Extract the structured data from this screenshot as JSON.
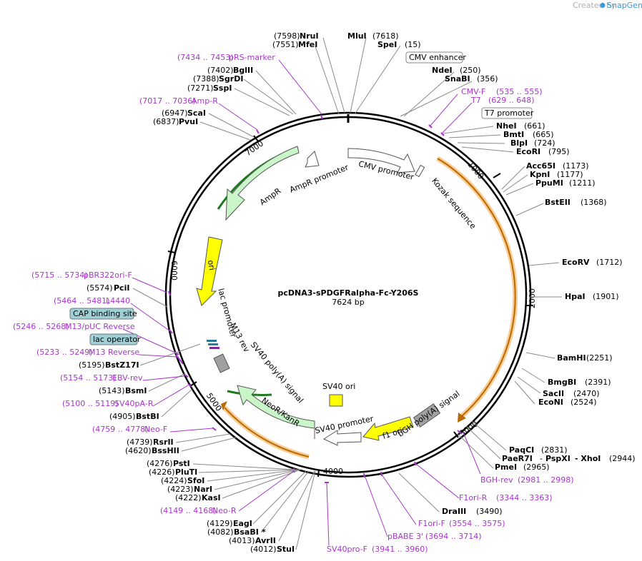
{
  "brand": {
    "created_by": "Created by",
    "app": "SnapGene"
  },
  "plasmid": {
    "name": "pcDNA3-sPDGFRalpha-Fc-Y206S",
    "length": "7624 bp"
  },
  "ticks": [
    "1000",
    "2000",
    "3000",
    "4000",
    "5000",
    "6000",
    "7000"
  ],
  "sites": [
    {
      "pos": "(7598)",
      "name": "NruI"
    },
    {
      "pos": "(7551)",
      "name": "MfeI"
    },
    {
      "pos": "(7618)",
      "name": "MluI"
    },
    {
      "pos": "(15)",
      "name": "SpeI"
    },
    {
      "pos": "(7402)",
      "name": "BglII"
    },
    {
      "pos": "(7388)",
      "name": "SgrDI"
    },
    {
      "pos": "(7271)",
      "name": "SspI"
    },
    {
      "pos": "(250)",
      "name": "NdeI"
    },
    {
      "pos": "(356)",
      "name": "SnaBI"
    },
    {
      "pos": "(6947)",
      "name": "ScaI"
    },
    {
      "pos": "(6837)",
      "name": "PvuI"
    },
    {
      "pos": "(661)",
      "name": "NheI"
    },
    {
      "pos": "(665)",
      "name": "BmtI"
    },
    {
      "pos": "(724)",
      "name": "BlpI"
    },
    {
      "pos": "(795)",
      "name": "EcoRI"
    },
    {
      "pos": "(1173)",
      "name": "Acc65I"
    },
    {
      "pos": "(1177)",
      "name": "KpnI"
    },
    {
      "pos": "(1211)",
      "name": "PpuMI"
    },
    {
      "pos": "(1368)",
      "name": "BstEII"
    },
    {
      "pos": "(1712)",
      "name": "EcoRV"
    },
    {
      "pos": "(1901)",
      "name": "HpaI"
    },
    {
      "pos": "(5574)",
      "name": "PciI"
    },
    {
      "pos": "(2251)",
      "name": "BamHI"
    },
    {
      "pos": "(2391)",
      "name": "BmgBI"
    },
    {
      "pos": "(2470)",
      "name": "SacII"
    },
    {
      "pos": "(2524)",
      "name": "EcoNI"
    },
    {
      "pos": "(5195)",
      "name": "BstZ17I"
    },
    {
      "pos": "(5143)",
      "name": "BsmI"
    },
    {
      "pos": "(4905)",
      "name": "BstBI"
    },
    {
      "pos": "(2831)",
      "name": "PaqCI"
    },
    {
      "pos": "(2944)",
      "name": "XhoI"
    },
    {
      "pos": "(2965)",
      "name": "PmeI"
    },
    {
      "pos": "(4739)",
      "name": "RsrII"
    },
    {
      "pos": "(4620)",
      "name": "BssHII"
    },
    {
      "pos": "(4276)",
      "name": "PstI"
    },
    {
      "pos": "(4226)",
      "name": "PluTI"
    },
    {
      "pos": "(4224)",
      "name": "SfoI"
    },
    {
      "pos": "(4223)",
      "name": "NarI"
    },
    {
      "pos": "(4222)",
      "name": "KasI"
    },
    {
      "pos": "(3490)",
      "name": "DraIII"
    },
    {
      "pos": "(4129)",
      "name": "EagI"
    },
    {
      "pos": "(4082)",
      "name": "BsaBI"
    },
    {
      "pos": "(4013)",
      "name": "AvrII"
    },
    {
      "pos": "(4012)",
      "name": "StuI"
    }
  ],
  "paeri": {
    "name": "PaeR7I",
    "sep": "-",
    "mid": "PspXI",
    "end": "- XhoI"
  },
  "bsabi_star": "*",
  "primers": [
    {
      "range": "(7434 .. 7453)",
      "name": "pRS-marker"
    },
    {
      "range": "(7017 .. 7036)",
      "name": "Amp-R"
    },
    {
      "range": "(535 .. 555)",
      "name": "CMV-F"
    },
    {
      "range": "(629 .. 648)",
      "name": "T7"
    },
    {
      "range": "(5715 .. 5734)",
      "name": "pBR322ori-F"
    },
    {
      "range": "(5464 .. 5481)",
      "name": "L4440"
    },
    {
      "range": "(5246 .. 5268)",
      "name": "M13/pUC Reverse"
    },
    {
      "range": "(5233 .. 5249)",
      "name": "M13 Reverse"
    },
    {
      "range": "(5154 .. 5173)",
      "name": "EBV-rev"
    },
    {
      "range": "(5100 .. 5119)",
      "name": "SV40pA-R"
    },
    {
      "range": "(4759 .. 4778)",
      "name": "Neo-F"
    },
    {
      "range": "(4149 .. 4168)",
      "name": "Neo-R"
    },
    {
      "range": "(2981 .. 2998)",
      "name": "BGH-rev"
    },
    {
      "range": "(3344 .. 3363)",
      "name": "F1ori-R"
    },
    {
      "range": "(3554 .. 3575)",
      "name": "F1ori-F"
    },
    {
      "range": "(3694 .. 3714)",
      "name": "pBABE 3'"
    },
    {
      "range": "(3941 .. 3960)",
      "name": "SV40pro-F"
    }
  ],
  "boxed": {
    "cmv_enhancer": "CMV enhancer",
    "t7_promoter": "T7 promoter",
    "cap_site": "CAP binding site",
    "lac_operator": "lac operator"
  },
  "features": {
    "cmv_promoter": "CMV promoter",
    "kozak": "Kozak sequence",
    "ampr_promoter": "AmpR promoter",
    "ampr": "AmpR",
    "ori": "ori",
    "lac_promoter": "lac promoter",
    "m13_rev": "M13 rev",
    "sv40_polya": "SV40 poly(A) signal",
    "neor": "NeoR/KanR",
    "sv40_promoter": "SV40 promoter",
    "sv40_ori": "SV40 ori",
    "f1_ori": "f1 ori",
    "bgh_polya": "bGH poly(A) signal"
  },
  "colors": {
    "primer": "#a637c9",
    "ampr": "#c9f5c9",
    "orange": "#f4a23d",
    "yellow": "#ffff00",
    "grey": "#a0a0a0"
  }
}
